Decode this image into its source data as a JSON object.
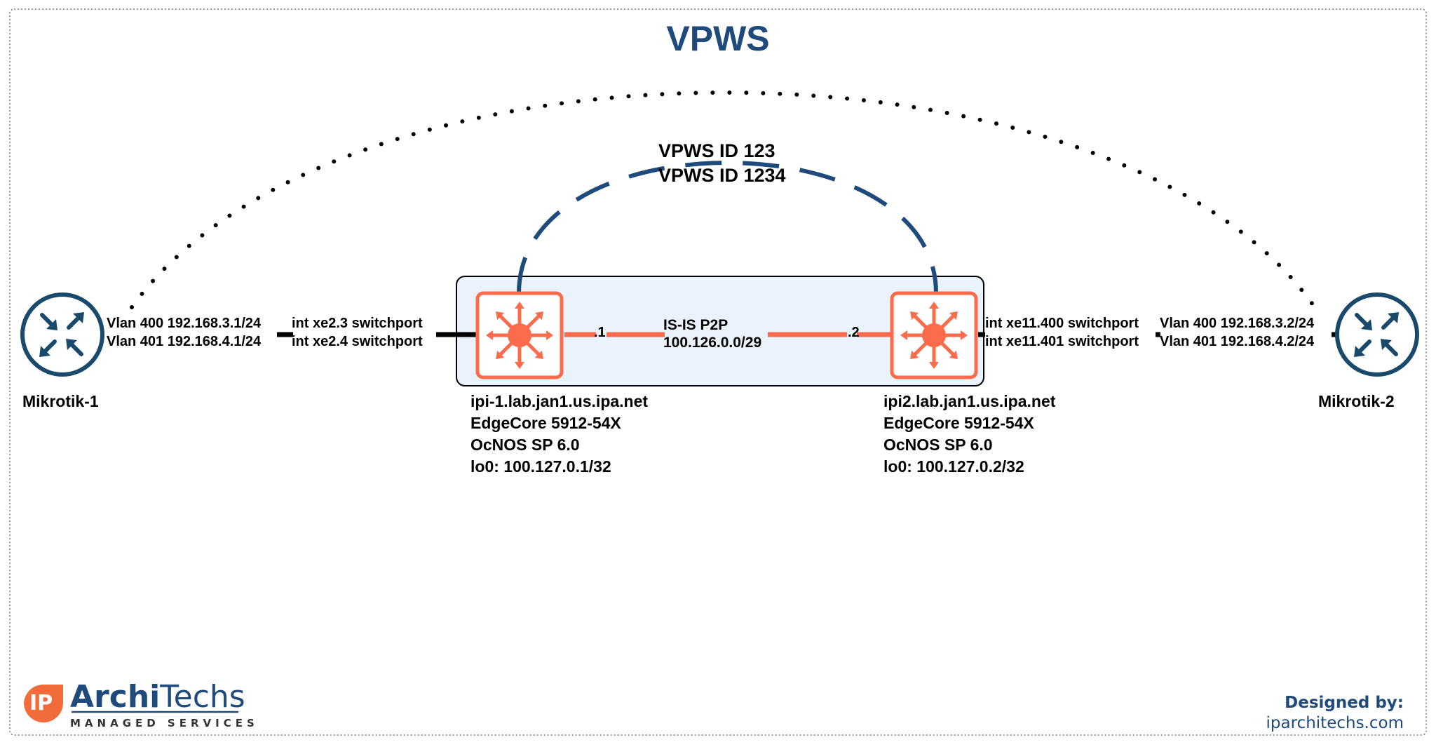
{
  "title": "VPWS",
  "vpws": {
    "line1": "VPWS ID 123",
    "line2": "VPWS ID 1234"
  },
  "link": {
    "line1": "IS-IS P2P",
    "line2": "100.126.0.0/29",
    "left_addr": ".1",
    "right_addr": ".2"
  },
  "mikrotik1": {
    "name": "Mikrotik-1",
    "vlan1": "Vlan 400 192.168.3.1/24",
    "vlan2": "Vlan 401 192.168.4.1/24",
    "icon": "router-icon"
  },
  "mikrotik2": {
    "name": "Mikrotik-2",
    "vlan1": "Vlan 400 192.168.3.2/24",
    "vlan2": "Vlan 401 192.168.4.2/24",
    "icon": "router-icon"
  },
  "switch1": {
    "int1": "int xe2.3 switchport",
    "int2": "int xe2.4 switchport",
    "hostname": "ipi-1.lab.jan1.us.ipa.net",
    "model": "EdgeCore 5912-54X",
    "os": "OcNOS SP 6.0",
    "loopback": "lo0: 100.127.0.1/32",
    "icon": "switch-icon"
  },
  "switch2": {
    "int1": "int xe11.400 switchport",
    "int2": "int xe11.401 switchport",
    "hostname": "ipi2.lab.jan1.us.ipa.net",
    "model": "EdgeCore 5912-54X",
    "os": "OcNOS SP 6.0",
    "loopback": "lo0: 100.127.0.2/32",
    "icon": "switch-icon"
  },
  "logo": {
    "badge": "IP",
    "name_bold": "Archi",
    "name_rest": "Techs",
    "tagline": "MANAGED SERVICES"
  },
  "designed": {
    "line1": "Designed by:",
    "line2": "iparchitechs.com"
  },
  "colors": {
    "navy": "#1f4a7c",
    "orange": "#fb6b4c",
    "panel": "#eaf3fb",
    "logo_orange": "#f26b3a"
  }
}
